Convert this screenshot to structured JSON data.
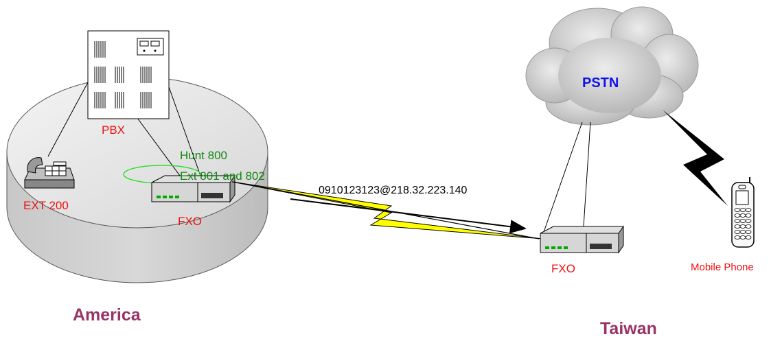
{
  "labels": {
    "pbx": "PBX",
    "ext200": "EXT 200",
    "fxo_left": "FXO",
    "hunt": "Hunt 800",
    "ext_range": "Ext 801 and 802",
    "dial_string": "0910123123@218.32.223.140",
    "pstn": "PSTN",
    "fxo_right": "FXO",
    "mobile": "Mobile Phone",
    "region_left": "America",
    "region_right": "Taiwan"
  },
  "colors": {
    "device_label": "#ee1111",
    "hunt_label": "#118811",
    "region_label": "#993366",
    "pstn_label": "#1111ee",
    "lightning": "#ffff00"
  },
  "icons": [
    "pbx-cabinet-icon",
    "desk-phone-icon",
    "fxo-gateway-icon",
    "cloud-icon",
    "lightning-icon",
    "mobile-phone-icon"
  ]
}
